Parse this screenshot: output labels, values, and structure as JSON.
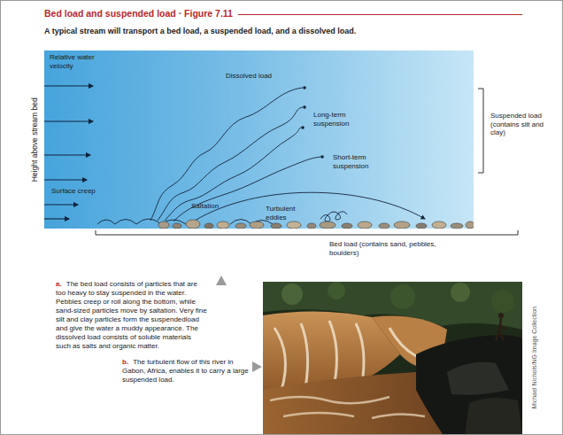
{
  "diagram": {
    "title": "Bed load and suspended load · Figure 7.11",
    "caption": "A typical stream will transport a bed load, a suspended load, and a dissolved load.",
    "nodes": [
      {
        "text": [
          "Relative water velocity",
          "Dissolved load",
          "Long-term suspension",
          "Short-term suspension",
          "Surface creep",
          "Saltation",
          "Turbulent eddies"
        ]
      }
    ],
    "labels": [
      "Height above stream bed",
      "Suspended load (contains silt and clay)",
      "Bed load (contains sand, pebbles, boulders)",
      "a.",
      "The bed load consists of particles that are too heavy to stay suspended in the water. Pebbles creep or roll along the bottom, while sand-sized particles move by saltation. Very fine silt and clay particles form the suspendedload and give the water a muddy appearance. The dissolved load consists of soluble materials such as salts and organic matter.",
      "b.",
      "The turbulent flow of this river in Gabon, Africa, enables it to carry a large suspended load.",
      "Michael Nichols/NG Image Collection"
    ]
  }
}
